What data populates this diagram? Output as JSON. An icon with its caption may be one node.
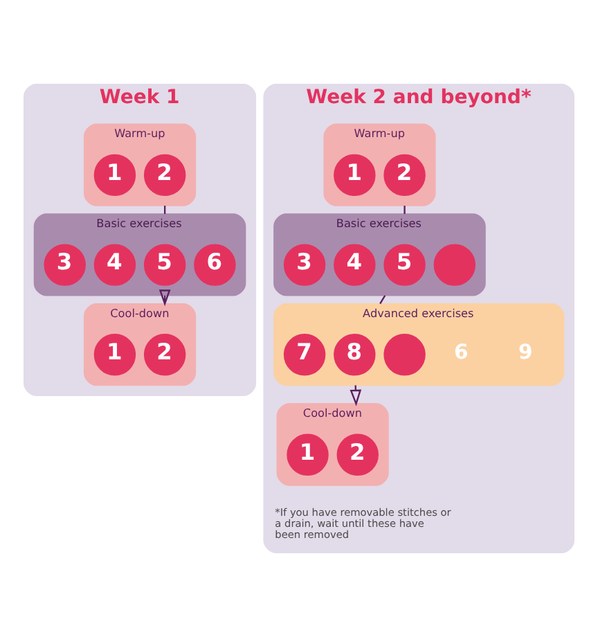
{
  "diagram": {
    "nodes": [
      {
        "text": [
          "Week 1"
        ]
      },
      {
        "text": [
          "Warm-up"
        ],
        "in": 0
      },
      {
        "text": [
          "1"
        ],
        "in": 1
      },
      {
        "text": [
          "2"
        ],
        "in": 1
      },
      {
        "text": [
          "Basic exercises"
        ],
        "in": 0
      },
      {
        "text": [
          "3"
        ],
        "in": 4
      },
      {
        "text": [
          "4"
        ],
        "in": 4
      },
      {
        "text": [
          "5"
        ],
        "in": 4
      },
      {
        "text": [
          "6"
        ],
        "in": 4
      },
      {
        "text": [
          "Cool-down"
        ],
        "in": 0
      },
      {
        "text": [
          "1"
        ],
        "in": 9
      },
      {
        "text": [
          "2"
        ],
        "in": 9
      },
      {
        "text": [
          "Week 2 and beyond*"
        ]
      },
      {
        "text": [
          "Warm-up"
        ],
        "in": 12
      },
      {
        "text": [
          "1"
        ],
        "in": 13
      },
      {
        "text": [
          "2"
        ],
        "in": 13
      },
      {
        "text": [
          "Basic exercises"
        ],
        "in": 12
      },
      {
        "text": [
          "3"
        ],
        "in": 16
      },
      {
        "text": [
          "4"
        ],
        "in": 16
      },
      {
        "text": [
          "5"
        ],
        "in": 16
      },
      {
        "text": [],
        "shape": "circle",
        "in": 16
      },
      {
        "text": [
          "Advanced exercises"
        ],
        "in": 12
      },
      {
        "text": [
          "7"
        ],
        "in": 21
      },
      {
        "text": [
          "8"
        ],
        "in": 21
      },
      {
        "text": [],
        "shape": "circle",
        "in": 21
      },
      {
        "text": [
          "Cool-down"
        ],
        "in": 12
      },
      {
        "text": [
          "1"
        ],
        "in": 25
      },
      {
        "text": [
          "2"
        ],
        "in": 25
      }
    ],
    "edges": [
      {
        "from": 1,
        "to": 4,
        "arrow": "none"
      },
      {
        "from": 4,
        "to": 9,
        "arrow": "to"
      },
      {
        "from": 13,
        "to": 16,
        "arrow": "none"
      },
      {
        "from": 16,
        "to": 21,
        "arrow": "none"
      },
      {
        "from": 21,
        "to": 25,
        "arrow": "to"
      }
    ],
    "labels": [
      "6",
      "9",
      "*If you have removable stitches or a drain, wait until these have been removed"
    ]
  }
}
